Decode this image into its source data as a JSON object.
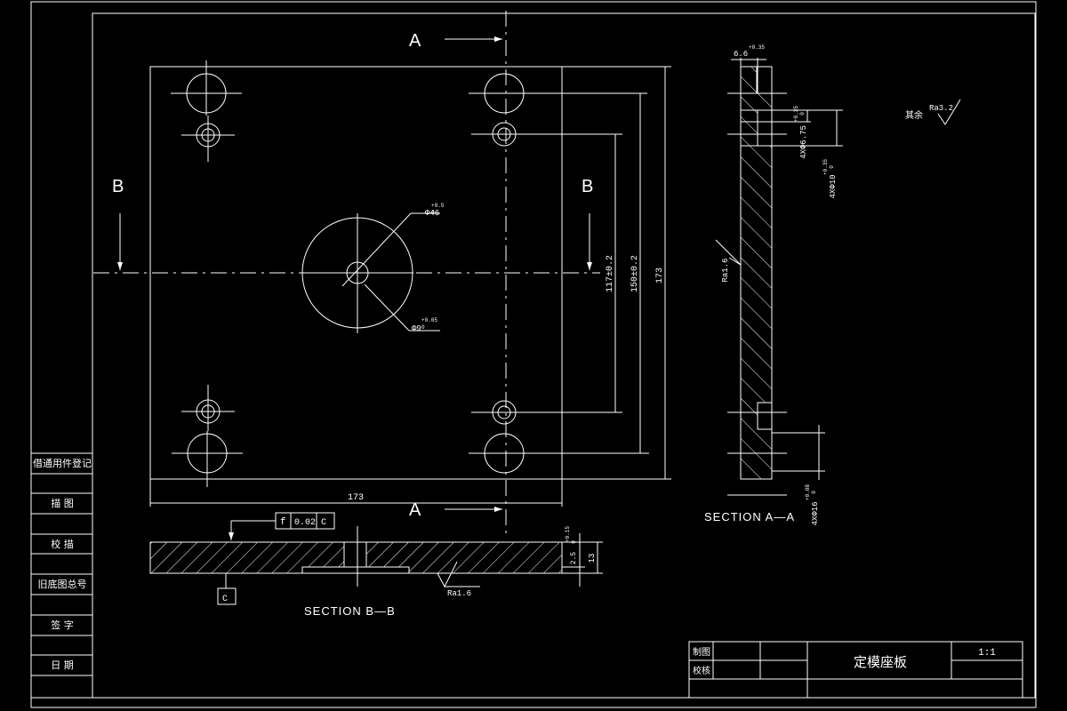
{
  "section_labels": {
    "a_top": "A",
    "a_bottom": "A",
    "b_left": "B",
    "b_right": "B",
    "section_aa": "SECTION A—A",
    "section_bb": "SECTION B—B"
  },
  "dimensions": {
    "width_173": "173",
    "height_173": "173",
    "dim_150": "150±0.2",
    "dim_117": "117±0.2",
    "center_big": "Φ46",
    "center_big_tol": "+0.5",
    "center_big_tol_low": "0",
    "center_small": "Φ9",
    "center_small_tol": "+0.05",
    "center_small_tol_low": "0",
    "thickness_label": "6.6",
    "thickness_tol": "+0.35",
    "hole_d675": "4XΦ6.75",
    "hole_d675_tol": "+0.35",
    "hole_d675_low": "0",
    "hole_d10": "4XΦ10",
    "hole_d10_tol": "+0.35",
    "hole_d10_low": "0",
    "hole_d16": "4XΦ16",
    "hole_d16_tol": "+0.08",
    "hole_d16_low": "0",
    "bb_dim_25": "2.5",
    "bb_dim_25_tol": "+0.15",
    "bb_dim_25_low": "0",
    "bb_dim_13": "13",
    "roughness_aa": "Ra1.6",
    "roughness_bb": "Ra1.6",
    "roughness_general": "Ra3.2",
    "roughness_general_prefix": "其余"
  },
  "tolerance_frame": {
    "symbol": "f",
    "value": "0.02",
    "datum": "C"
  },
  "datum_label": "C",
  "left_block": [
    "借通用件登记",
    "描 图",
    "校 描",
    "旧底图总号",
    "签 字",
    "日 期"
  ],
  "title_block": {
    "drawn_label": "制图",
    "checked_label": "校核",
    "part_name": "定模座板",
    "scale": "1:1"
  }
}
